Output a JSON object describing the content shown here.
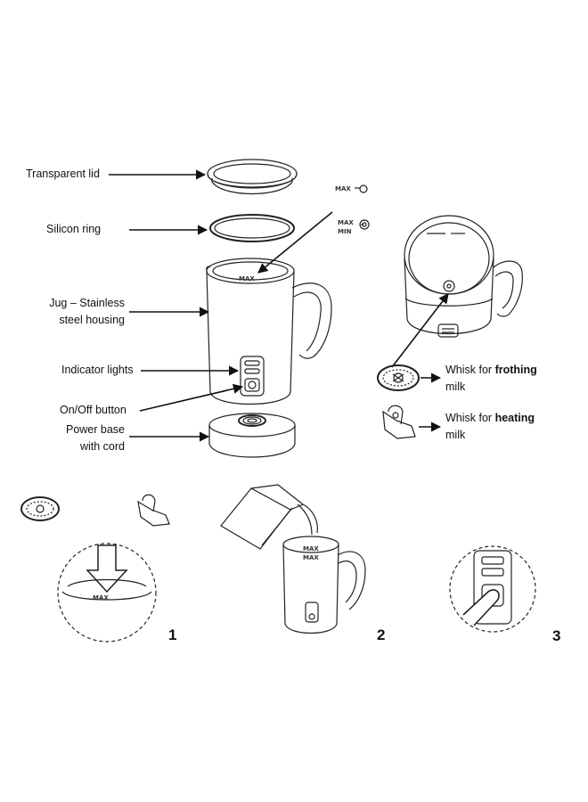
{
  "labels": {
    "transparent_lid": "Transparent lid",
    "silicon_ring": "Silicon ring",
    "jug_line1": "Jug – Stainless",
    "jug_line2": "steel housing",
    "indicator_lights": "Indicator lights",
    "onoff_button": "On/Off button",
    "power_base_line1": "Power base",
    "power_base_line2": "with cord",
    "whisk_frothing_prefix": "Whisk for ",
    "whisk_frothing_bold": "frothing",
    "whisk_frothing_line2": "milk",
    "whisk_heating_prefix": "Whisk for ",
    "whisk_heating_bold": "heating",
    "whisk_heating_line2": "milk"
  },
  "marks": {
    "max": "MAX",
    "min": "MIN"
  },
  "steps": [
    "1",
    "2",
    "3"
  ]
}
